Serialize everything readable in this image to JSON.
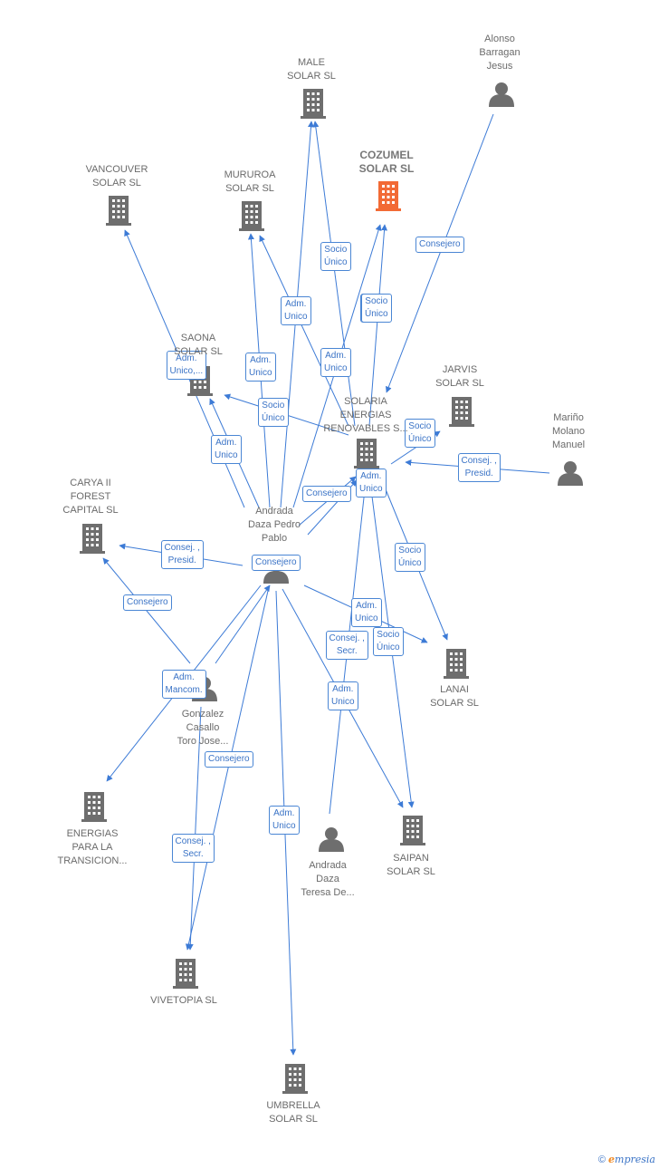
{
  "nodes": {
    "male": {
      "label": [
        "MALE",
        "SOLAR  SL"
      ],
      "kind": "company"
    },
    "alonso": {
      "label": [
        "Alonso",
        "Barragan",
        "Jesus"
      ],
      "kind": "person"
    },
    "cozumel": {
      "label": [
        "COZUMEL",
        "SOLAR  SL"
      ],
      "kind": "company",
      "highlight": true
    },
    "vancouver": {
      "label": [
        "VANCOUVER",
        "SOLAR  SL"
      ],
      "kind": "company"
    },
    "mururoa": {
      "label": [
        "MURUROA",
        "SOLAR  SL"
      ],
      "kind": "company"
    },
    "saona": {
      "label": [
        "SAONA",
        "SOLAR  SL"
      ],
      "kind": "company"
    },
    "jarvis": {
      "label": [
        "JARVIS",
        "SOLAR  SL"
      ],
      "kind": "company"
    },
    "solaria": {
      "label": [
        "SOLARIA",
        "ENERGIAS",
        "RENOVABLES S..."
      ],
      "kind": "company"
    },
    "marino": {
      "label": [
        "Mariño",
        "Molano",
        "Manuel"
      ],
      "kind": "person"
    },
    "carya": {
      "label": [
        "CARYA II",
        "FOREST",
        "CAPITAL SL"
      ],
      "kind": "company"
    },
    "andrada": {
      "label": [
        "Andrada",
        "Daza Pedro",
        "Pablo"
      ],
      "kind": "person"
    },
    "lanai": {
      "label": [
        "LANAI",
        "SOLAR  SL"
      ],
      "kind": "company"
    },
    "gonzalez": {
      "label": [
        "Gonzalez",
        "Casallo",
        "Toro Jose..."
      ],
      "kind": "person"
    },
    "energias": {
      "label": [
        "ENERGIAS",
        "PARA LA",
        "TRANSICION..."
      ],
      "kind": "company"
    },
    "saipan": {
      "label": [
        "SAIPAN",
        "SOLAR  SL"
      ],
      "kind": "company"
    },
    "teresa": {
      "label": [
        "Andrada",
        "Daza",
        "Teresa De..."
      ],
      "kind": "person"
    },
    "vivetopia": {
      "label": [
        "VIVETOPIA  SL"
      ],
      "kind": "company"
    },
    "umbrella": {
      "label": [
        "UMBRELLA",
        "SOLAR SL"
      ],
      "kind": "company"
    }
  },
  "edges": [
    {
      "from": "andrada",
      "to": "male",
      "label": [
        "Adm.",
        "Unico"
      ]
    },
    {
      "from": "solaria",
      "to": "male",
      "label": [
        "Socio",
        "Único"
      ]
    },
    {
      "from": "andrada",
      "to": "mururoa",
      "label": [
        "Adm.",
        "Unico"
      ]
    },
    {
      "from": "solaria",
      "to": "mururoa",
      "label": [
        "Adm.",
        "Unico"
      ]
    },
    {
      "from": "andrada",
      "to": "cozumel",
      "label": [
        "Adm.",
        "Unico"
      ]
    },
    {
      "from": "solaria",
      "to": "cozumel",
      "label": [
        "Socio",
        "Único"
      ]
    },
    {
      "from": "andrada",
      "to": "vancouver",
      "label": [
        "Adm.",
        "Unico,..."
      ]
    },
    {
      "from": "andrada",
      "to": "saona",
      "label": [
        "Adm.",
        "Unico"
      ]
    },
    {
      "from": "solaria",
      "to": "saona",
      "label": [
        "Socio",
        "Único"
      ]
    },
    {
      "from": "alonso",
      "to": "solaria",
      "label": [
        "Consejero"
      ]
    },
    {
      "from": "solaria",
      "to": "jarvis",
      "label": [
        "Socio",
        "Único"
      ]
    },
    {
      "from": "marino",
      "to": "solaria",
      "label": [
        "Consej. ,",
        "Presid."
      ]
    },
    {
      "from": "andrada",
      "to": "solaria",
      "label": [
        "Consejero"
      ]
    },
    {
      "from": "andrada",
      "to": "solaria",
      "label": [
        "Adm.",
        "Unico"
      ]
    },
    {
      "from": "andrada",
      "to": "carya",
      "label": [
        "Consej. ,",
        "Presid."
      ]
    },
    {
      "from": "gonzalez",
      "to": "carya",
      "label": [
        "Consejero"
      ]
    },
    {
      "from": "solaria",
      "to": "lanai",
      "label": [
        "Socio",
        "Único"
      ]
    },
    {
      "from": "andrada",
      "to": "lanai",
      "label": [
        "Adm.",
        "Unico"
      ]
    },
    {
      "from": "andrada",
      "to": "saipan",
      "label": [
        "Adm.",
        "Unico"
      ]
    },
    {
      "from": "solaria",
      "to": "saipan",
      "label": [
        "Socio",
        "Único"
      ]
    },
    {
      "from": "teresa",
      "to": "solaria",
      "label": [
        "Consej. ,",
        "Secr."
      ]
    },
    {
      "from": "andrada",
      "to": "energias",
      "label": [
        "Adm.",
        "Mancom."
      ]
    },
    {
      "from": "gonzalez",
      "to": "andrada",
      "label": [
        "Consejero"
      ]
    },
    {
      "from": "andrada",
      "to": "vivetopia",
      "label": [
        "Consejero"
      ]
    },
    {
      "from": "gonzalez",
      "to": "vivetopia",
      "label": [
        "Consej. ,",
        "Secr."
      ]
    },
    {
      "from": "andrada",
      "to": "umbrella",
      "label": [
        "Adm.",
        "Unico"
      ]
    }
  ],
  "center_edge_label": [
    "Consejero"
  ],
  "colors": {
    "line": "#3d7bd6",
    "company": "#6e6e6e",
    "company_highlight": "#f26a35",
    "person": "#6e6e6e"
  },
  "footer": {
    "copyright": "©",
    "brand": "mpresia",
    "brand_initial": "e"
  }
}
